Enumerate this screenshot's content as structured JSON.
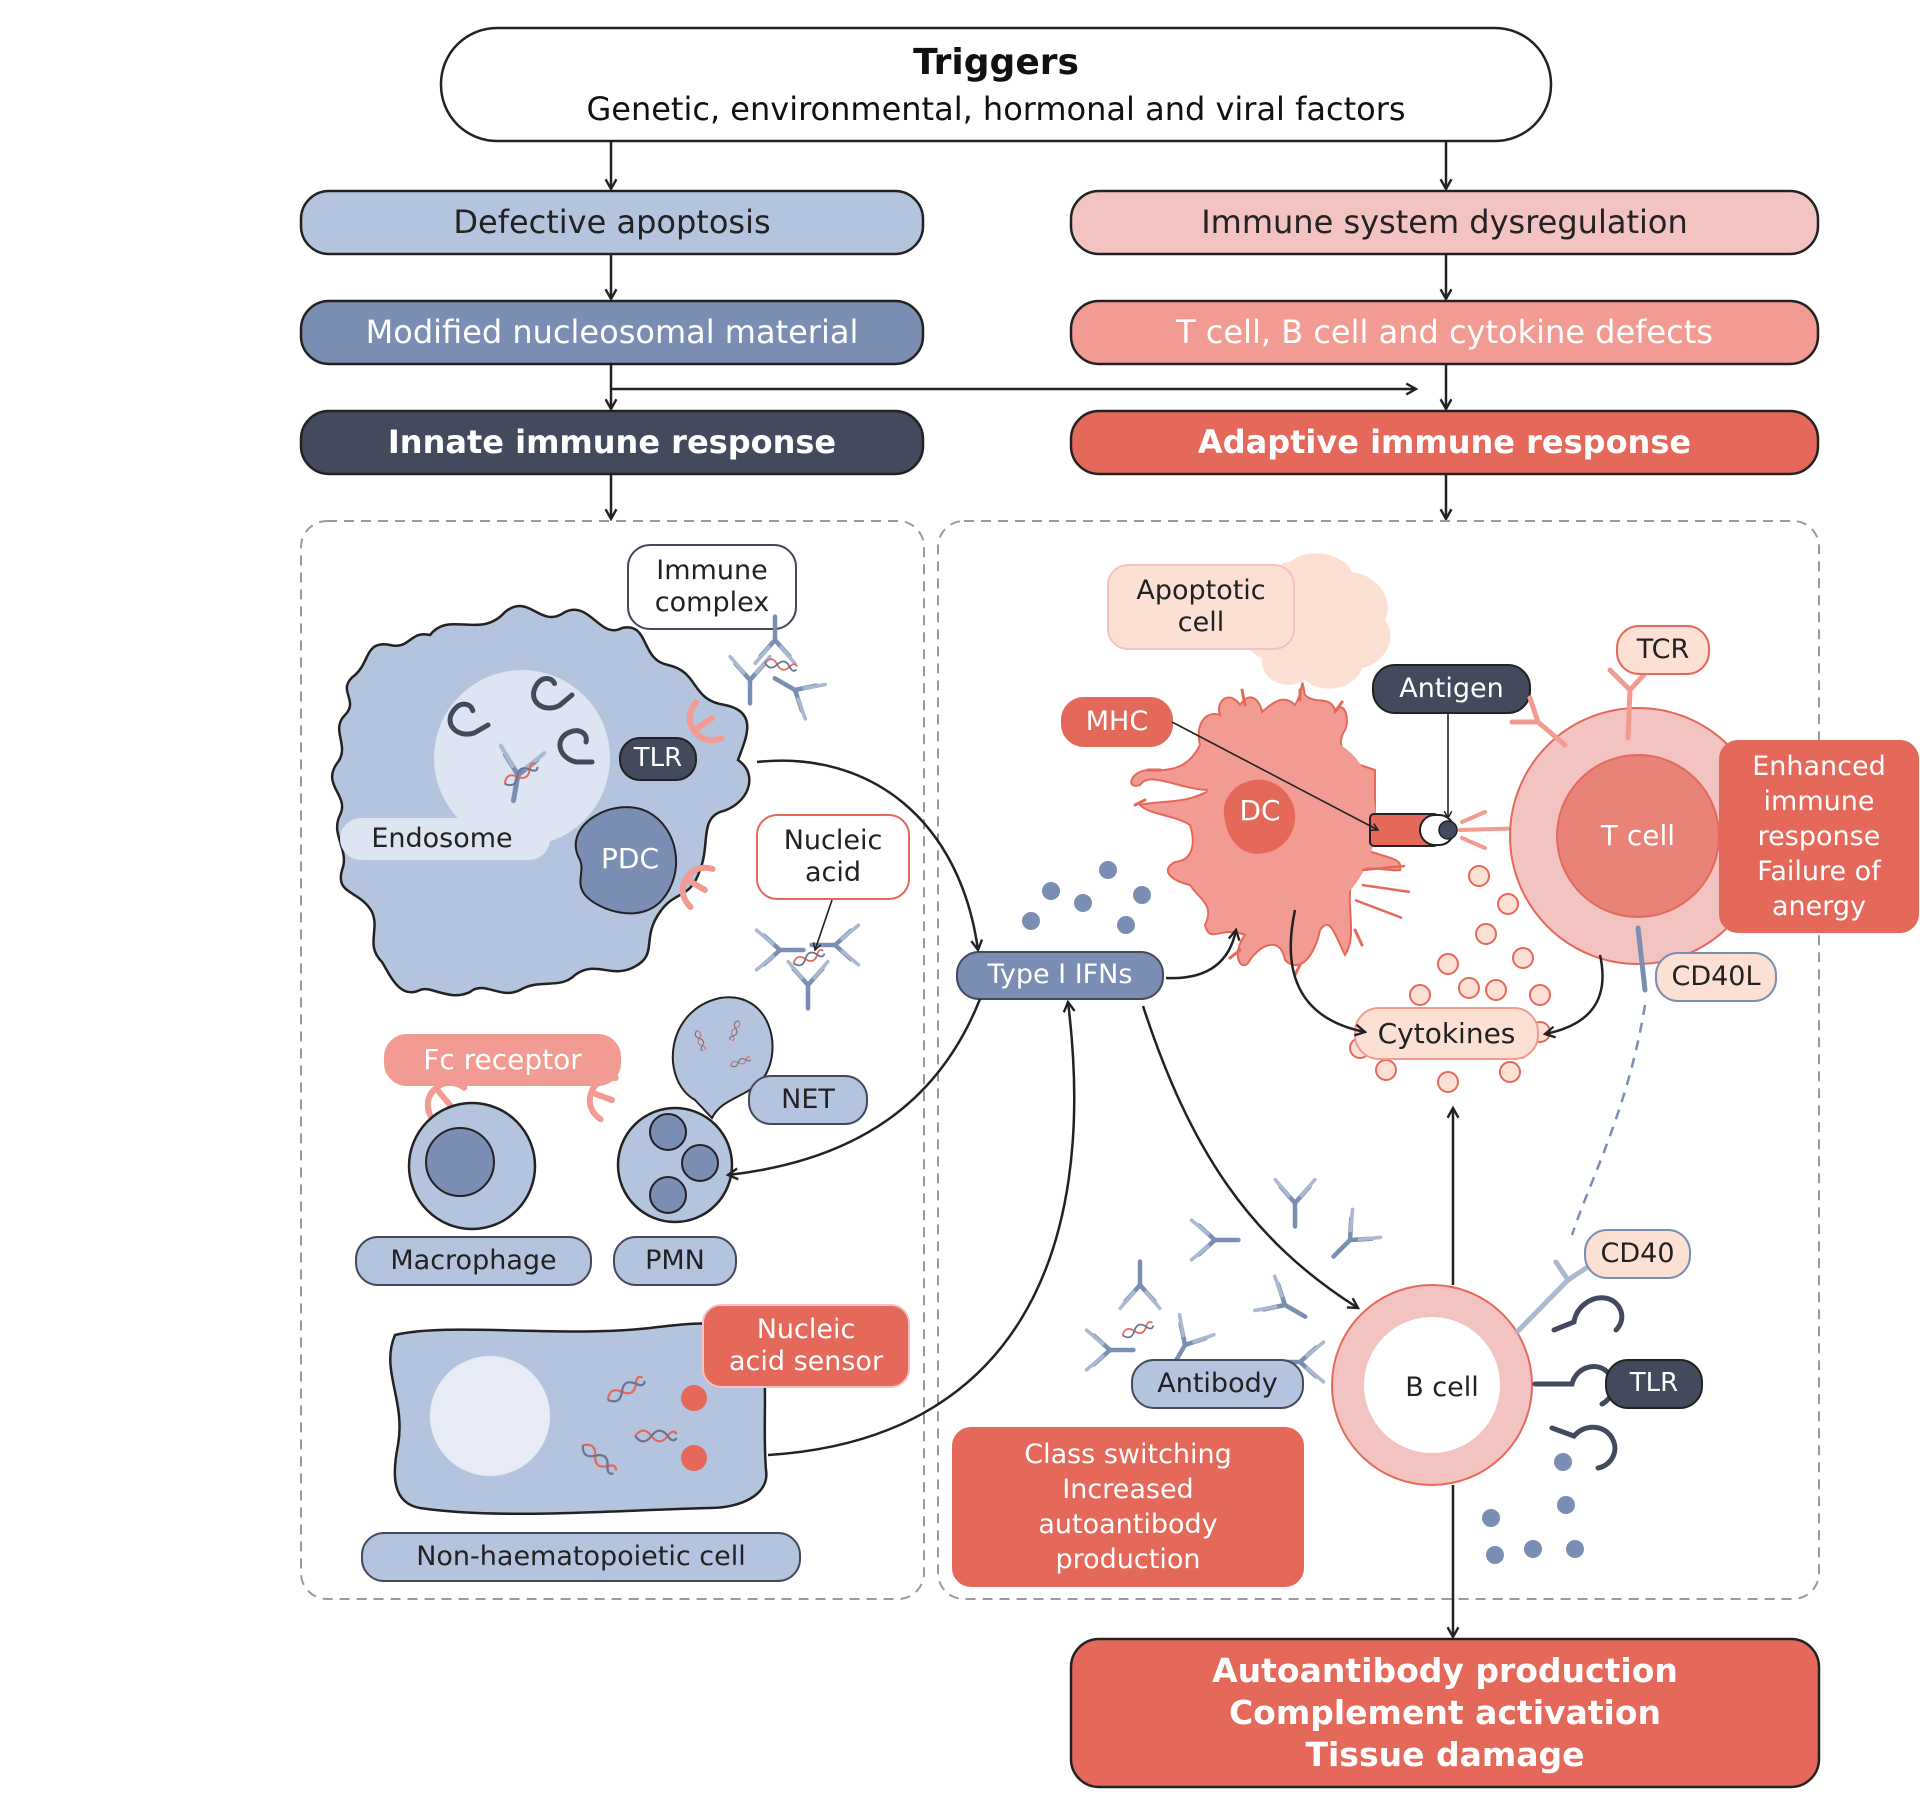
{
  "colors": {
    "outline": "#222222",
    "cell_blue": "#b5c4de",
    "cell_blue_dark": "#7a8db3",
    "salmon": "#f29b92",
    "red": "#e5695a",
    "pink": "#f2c3c1",
    "peach": "#fde0d4",
    "navy": "#444a5e",
    "dash": "#9a9a9a"
  },
  "top": {
    "title": "Triggers",
    "subtitle": "Genetic, environmental, hormonal and viral factors"
  },
  "left_column": {
    "step1": "Defective apoptosis",
    "step2": "Modified nucleosomal material",
    "step3": "Innate immune response"
  },
  "right_column": {
    "step1": "Immune system dysregulation",
    "step2": "T cell, B cell and cytokine defects",
    "step3": "Adaptive immune response"
  },
  "innate_panel": {
    "immune_complex": [
      "Immune",
      "complex"
    ],
    "tlr": "TLR",
    "endosome": "Endosome",
    "pdc": "PDC",
    "nucleic_acid": [
      "Nucleic",
      "acid"
    ],
    "fc_receptor": "Fc receptor",
    "net": "NET",
    "macrophage": "Macrophage",
    "pmn": "PMN",
    "nucleic_acid_sensor": [
      "Nucleic",
      "acid sensor"
    ],
    "non_haem_cell": "Non-haematopoietic cell"
  },
  "center": {
    "type1_ifns": "Type I IFNs"
  },
  "adaptive_panel": {
    "apoptotic_cell": [
      "Apoptotic",
      "cell"
    ],
    "mhc": "MHC",
    "antigen": "Antigen",
    "tcr": "TCR",
    "dc": "DC",
    "t_cell": "T cell",
    "enhanced": [
      "Enhanced",
      "immune",
      "response",
      "Failure of",
      "anergy"
    ],
    "cd40l": "CD40L",
    "cytokines": "Cytokines",
    "cd40": "CD40",
    "tlr": "TLR",
    "b_cell": "B cell",
    "antibody": "Antibody",
    "class_switching": [
      "Class switching",
      "Increased",
      "autoantibody",
      "production"
    ]
  },
  "outcome": [
    "Autoantibody production",
    "Complement activation",
    "Tissue damage"
  ]
}
